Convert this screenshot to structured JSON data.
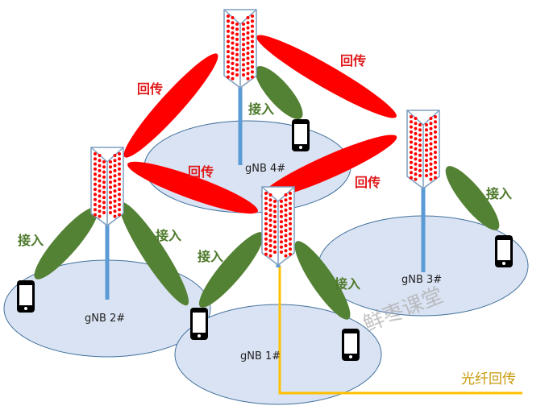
{
  "colors": {
    "backhaul": "#ff0000",
    "access": "#548235",
    "cell": "#dae3f3",
    "fiber": "#ffc000",
    "dot": "#ff0000"
  },
  "stations": [
    {
      "id": "gnb4",
      "label": "gNB 4#"
    },
    {
      "id": "gnb2",
      "label": "gNB 2#"
    },
    {
      "id": "gnb1",
      "label": "gNB 1#"
    },
    {
      "id": "gnb3",
      "label": "gNB 3#"
    }
  ],
  "labels": {
    "backhaul": "回传",
    "access": "接入",
    "fiber_backhaul": "光纤回传"
  },
  "watermark": "鲜枣课堂"
}
